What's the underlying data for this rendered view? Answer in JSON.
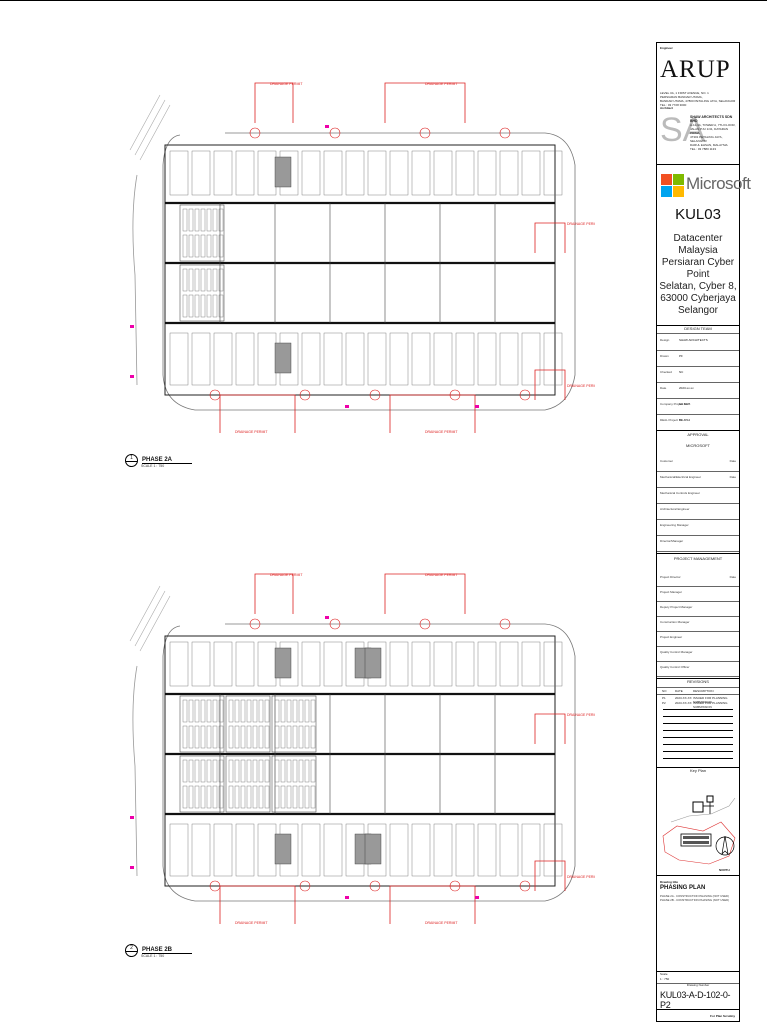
{
  "views": [
    {
      "number": "1",
      "name": "PHASE 2A",
      "scale": "SCALE 1 : 750",
      "callout_labels": [
        "DRAINAGE PERMIT",
        "DRAINAGE PERMIT",
        "DRAINAGE PERMIT",
        "DRAINAGE PERMIT",
        "DRAINAGE PERMIT",
        "DRAINAGE PERMIT"
      ]
    },
    {
      "number": "2",
      "name": "PHASE 2B",
      "scale": "SCALE 1 : 750",
      "callout_labels": [
        "DRAINAGE PERMIT",
        "DRAINAGE PERMIT",
        "DRAINAGE PERMIT",
        "DRAINAGE PERMIT",
        "DRAINAGE PERMIT",
        "DRAINAGE PERMIT"
      ]
    }
  ],
  "title_block": {
    "engineer_label": "Engineer",
    "engineer_name": "ARUP",
    "engineer_address": [
      "LEVEL 3A, 1 FIRST AVENUE, NO. 1",
      "PERSIARAN BANDAR UTAMA,",
      "BANDAR UTAMA, 47800 PETALING JAYA, SELANGOR",
      "TEL : 03 7728 3000"
    ],
    "architect_label": "Architect",
    "architect_mark": "SA",
    "architect_name": "SHAW ARCHITECTS SDN BHD",
    "architect_address": [
      "A-11-3A, TOWER A, 7TH FLOOR,",
      "JALAN PJU 1/41, DATARAN PRIMA,",
      "47301 PETALING JAYA, SELANGOR",
      "DARUL EHSAN, MALAYSIA",
      "TEL : 03 7880 1133"
    ],
    "client_name": "Microsoft",
    "project_code": "KUL03",
    "project_address": [
      "Datacenter Malaysia",
      "Persiaran Cyber Point",
      "Selatan, Cyber 8,",
      "63000 Cyberjaya",
      "Selangor"
    ],
    "design_team_caption": "DESIGN TEAM",
    "design_rows": [
      {
        "label": "Design",
        "value": "SHAW ARCHITECTS"
      },
      {
        "label": "Drawn",
        "value": "PF"
      },
      {
        "label": "Checked",
        "value": "NC"
      },
      {
        "label": "Date",
        "value": "2023-xx-xx"
      },
      {
        "label": "Company Project No.",
        "value": "SA 2035"
      },
      {
        "label": "DEAL Project No.",
        "value": "PF-MS4"
      }
    ],
    "approval_caption": "APPROVAL",
    "approval_value": "MICROSOFT",
    "approval_rows": [
      {
        "label": "Customer",
        "right": "Date"
      },
      {
        "label": "Mechanical/Electrical Engineer",
        "right": "Date"
      },
      {
        "label": "Mechanical Controls Engineer",
        "right": ""
      },
      {
        "label": "Architectural Engineer",
        "right": ""
      },
      {
        "label": "Engineering Manager",
        "right": ""
      },
      {
        "label": "Director/Manager",
        "right": ""
      }
    ],
    "pm_caption": "PROJECT MANAGEMENT",
    "pm_rows": [
      {
        "label": "Project Director",
        "right": "Date"
      },
      {
        "label": "Project Manager",
        "right": ""
      },
      {
        "label": "Deputy Project Manager",
        "right": ""
      },
      {
        "label": "Construction Manager",
        "right": ""
      },
      {
        "label": "Project Engineer",
        "right": ""
      },
      {
        "label": "Quality Control Manager",
        "right": ""
      },
      {
        "label": "Quality Control Officer",
        "right": ""
      }
    ],
    "revisions_caption": "REVISIONS",
    "revision_headers": [
      "NO",
      "DATE",
      "DESCRIPTION"
    ],
    "revisions": [
      {
        "no": "P1",
        "date": "2023-XX-XX",
        "desc": "ISSUED FOR PLANNING SUBMISSION"
      },
      {
        "no": "P2",
        "date": "2023-XX-XX",
        "desc": "ISSUED FOR PLANNING SUBMISSION"
      }
    ],
    "key_plan_caption": "Key Plan",
    "north_label": "NORTH",
    "drawing_title_label": "Drawing title",
    "drawing_title": "PHASING PLAN",
    "drawing_subtitles": [
      "PHASE 2A - CONSTRUCTION PHASING (NOT USED)",
      "PHASE 2B - CONSTRUCTION PHASING (NOT USED)"
    ],
    "scale_label": "Scale",
    "scale_value": "1 : 750",
    "drawing_number_label": "Drawing Number",
    "drawing_number": "KUL03-A-D-102-0-P2",
    "issue_status": "For Plan Scrutiny"
  }
}
